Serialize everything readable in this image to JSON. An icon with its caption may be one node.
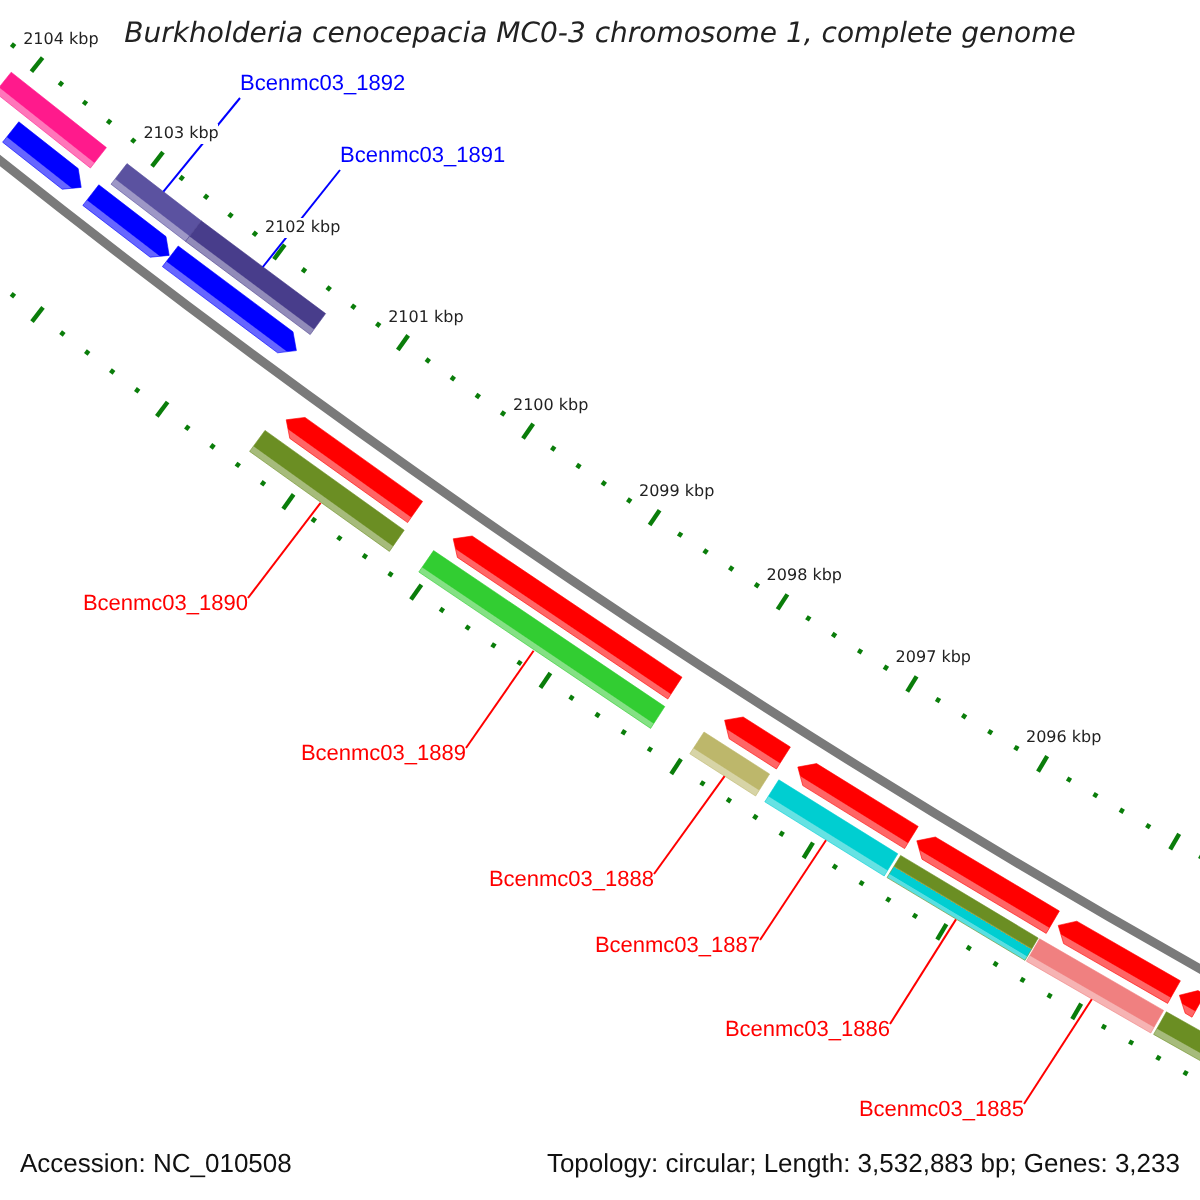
{
  "diagram": {
    "title": "Burkholderia cenocepacia MC0-3 chromosome 1, complete genome",
    "nodes": [
      {
        "text": [],
        "shape": "bar"
      },
      {
        "text": [],
        "shape": "arrow"
      },
      {
        "text": [
          "Bcenmc03_1892"
        ]
      },
      {
        "text": [],
        "shape": "bar"
      },
      {
        "text": [],
        "shape": "bar"
      },
      {
        "text": [
          "Bcenmc03_1891"
        ]
      },
      {
        "text": [],
        "shape": "arrow"
      },
      {
        "text": [],
        "shape": "arrow"
      },
      {
        "text": [],
        "shape": "arrow"
      },
      {
        "text": [],
        "shape": "bar"
      },
      {
        "text": [
          "Bcenmc03_1890"
        ]
      },
      {
        "text": [],
        "shape": "arrow"
      },
      {
        "text": [],
        "shape": "bar"
      },
      {
        "text": [
          "Bcenmc03_1889"
        ]
      },
      {
        "text": [],
        "shape": "arrow"
      },
      {
        "text": [],
        "shape": "bar"
      },
      {
        "text": [
          "Bcenmc03_1888"
        ]
      },
      {
        "text": [],
        "shape": "arrow"
      },
      {
        "text": [],
        "shape": "bar"
      },
      {
        "text": [
          "Bcenmc03_1887"
        ]
      },
      {
        "text": [],
        "shape": "arrow"
      },
      {
        "text": [],
        "shape": "bar"
      },
      {
        "text": [
          "Bcenmc03_1886"
        ]
      },
      {
        "text": [],
        "shape": "arrow"
      },
      {
        "text": [],
        "shape": "bar"
      },
      {
        "text": [
          "Bcenmc03_1885"
        ]
      },
      {
        "text": [],
        "shape": "arrow"
      },
      {
        "text": [],
        "shape": "bar"
      }
    ],
    "edges": [
      {
        "from": 2,
        "to": 3,
        "arrow": "none",
        "color": "#0000ff"
      },
      {
        "from": 5,
        "to": 4,
        "arrow": "none",
        "color": "#0000ff"
      },
      {
        "from": 10,
        "to": 9,
        "arrow": "none"
      },
      {
        "from": 13,
        "to": 12,
        "arrow": "none"
      },
      {
        "from": 16,
        "to": 15,
        "arrow": "none"
      },
      {
        "from": 19,
        "to": 18,
        "arrow": "none"
      },
      {
        "from": 22,
        "to": 21,
        "arrow": "none"
      },
      {
        "from": 25,
        "to": 24,
        "arrow": "none"
      }
    ],
    "labels": [
      "2104 kbp",
      "2103 kbp",
      "2102 kbp",
      "2101 kbp",
      "2100 kbp",
      "2099 kbp",
      "2098 kbp",
      "2097 kbp",
      "2096 kbp",
      "Accession: NC_010508",
      "Topology: circular; Length: 3,532,883 bp; Genes: 3,233"
    ]
  }
}
